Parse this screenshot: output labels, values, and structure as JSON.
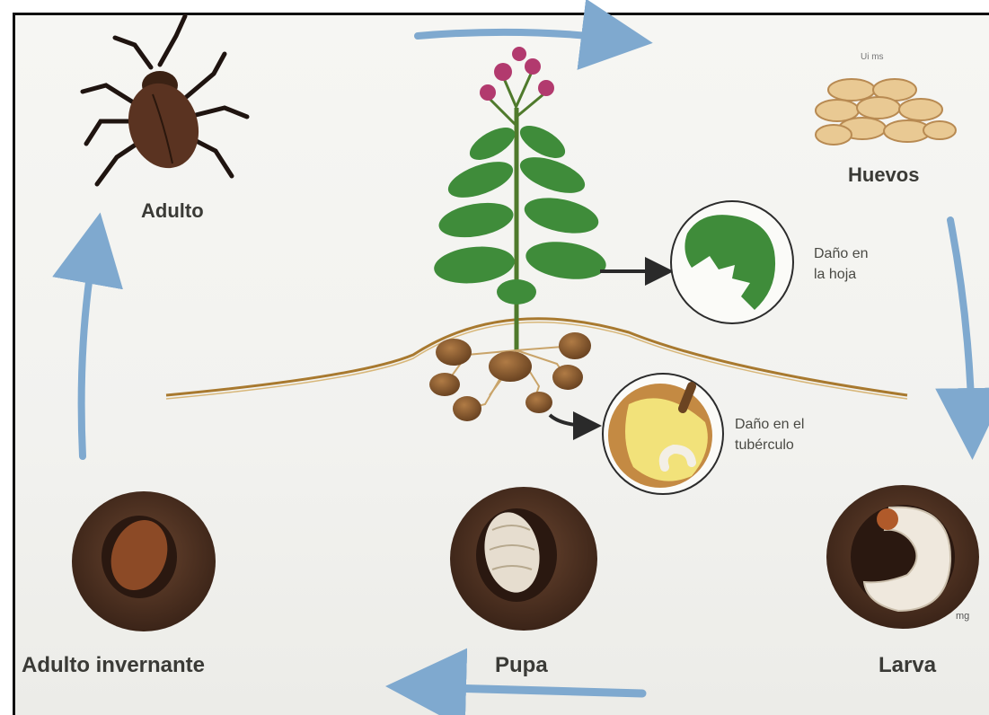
{
  "diagram": {
    "stages": {
      "adult": "Adulto",
      "eggs": "Huevos",
      "larva": "Larva",
      "pupa": "Pupa",
      "overwintering_adult": "Adulto invernante"
    },
    "damage": {
      "leaf_line1": "Daño en",
      "leaf_line2": "la hoja",
      "tuber_line1": "Daño en el",
      "tuber_line2": "tubérculo"
    },
    "eggs_tag": "Ui ms",
    "artist_signature": "mg",
    "colors": {
      "cycle_arrow": "#7fa9cf",
      "soil": "#5b3a26",
      "plant_leaf": "#3f8c3a",
      "flower": "#b23a6e",
      "tuber": "#8a5a30",
      "ground_line": "#a8792f"
    }
  }
}
